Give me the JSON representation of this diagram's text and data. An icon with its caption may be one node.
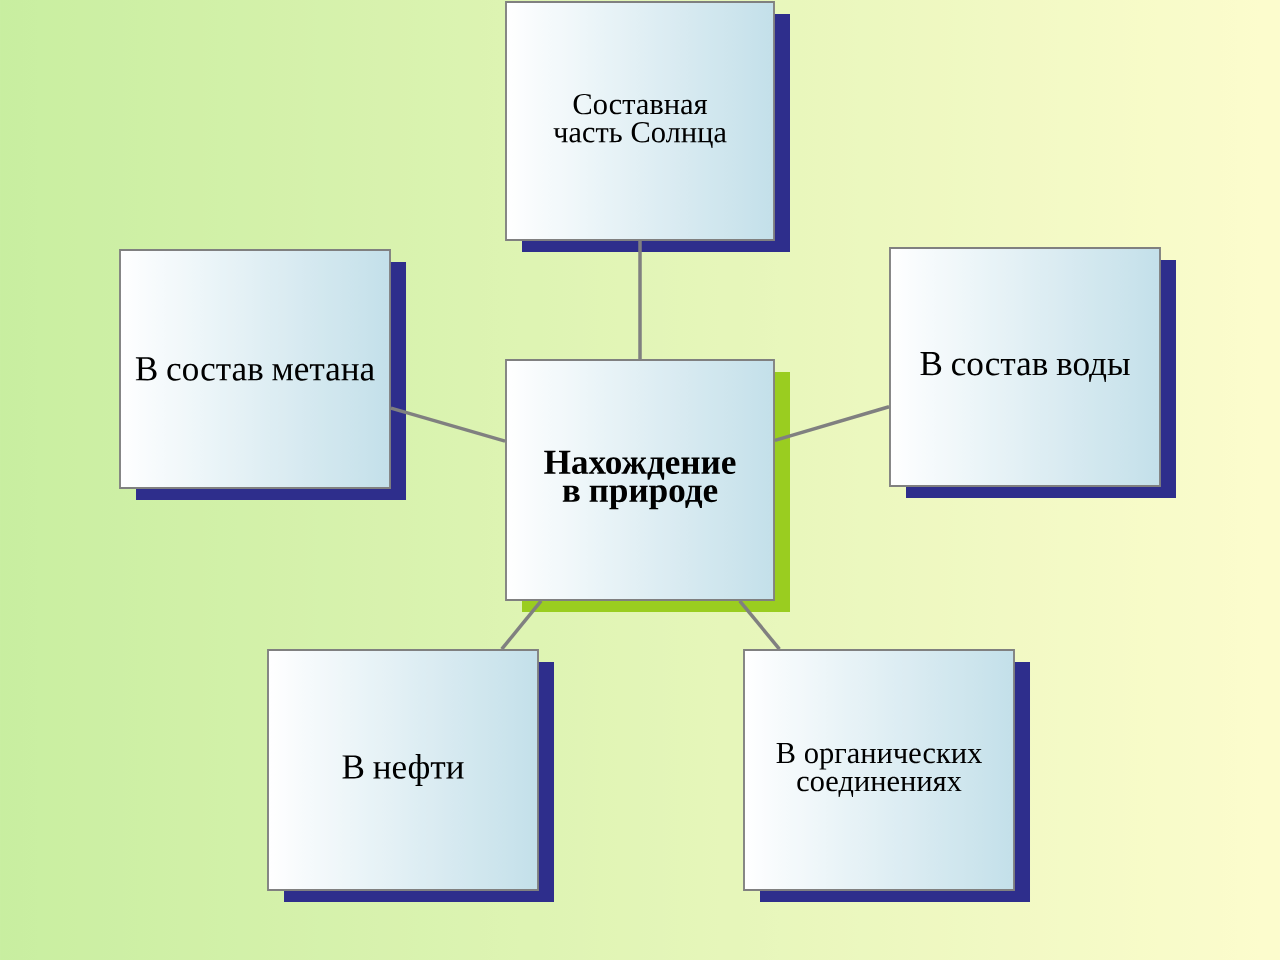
{
  "diagram": {
    "nodes": [
      {
        "text": [
          "Составная часть Солнца"
        ]
      },
      {
        "text": [
          "В состав метана"
        ]
      },
      {
        "text": [
          "Нахождение в природе"
        ]
      },
      {
        "text": [
          "В состав воды"
        ]
      },
      {
        "text": [
          "В нефти"
        ]
      },
      {
        "text": [
          "В органических соединениях"
        ]
      }
    ],
    "edges": [
      {
        "from": 2,
        "to": 0,
        "arrow": "none"
      },
      {
        "from": 2,
        "to": 1,
        "arrow": "none"
      },
      {
        "from": 2,
        "to": 3,
        "arrow": "none"
      },
      {
        "from": 2,
        "to": 4,
        "arrow": "none"
      },
      {
        "from": 2,
        "to": 5,
        "arrow": "none"
      }
    ]
  }
}
